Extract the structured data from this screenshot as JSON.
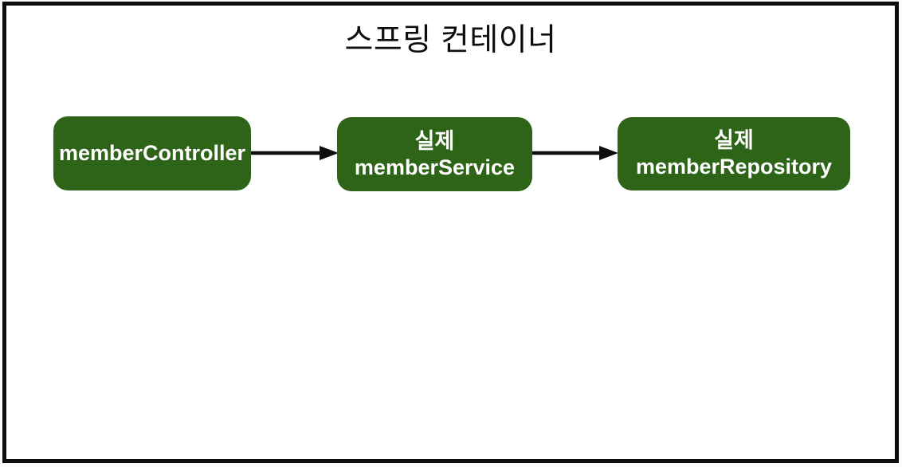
{
  "diagram": {
    "title": "스프링 컨테이너",
    "nodes": [
      {
        "id": "memberController",
        "lines": [
          "memberController"
        ]
      },
      {
        "id": "memberService",
        "lines": [
          "실제",
          "memberService"
        ]
      },
      {
        "id": "memberRepository",
        "lines": [
          "실제",
          "memberRepository"
        ]
      }
    ],
    "edges": [
      {
        "from": "memberController",
        "to": "memberService"
      },
      {
        "from": "memberService",
        "to": "memberRepository"
      }
    ],
    "colors": {
      "node_fill": "#2e6418",
      "node_text": "#ffffff",
      "frame_border": "#0d0d0d",
      "arrow": "#0d0d0d",
      "background": "#ffffff"
    }
  }
}
